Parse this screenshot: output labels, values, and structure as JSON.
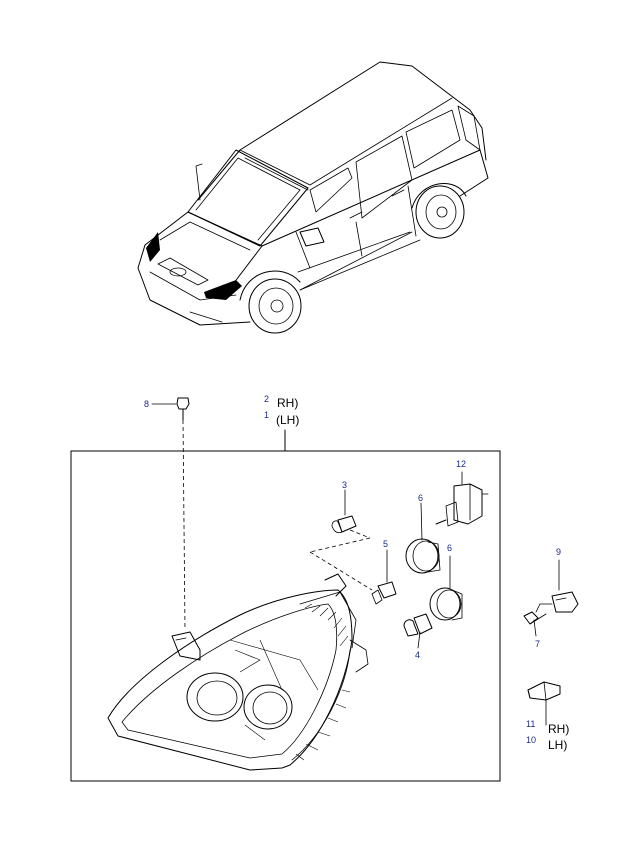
{
  "callouts": {
    "c1": "1",
    "c2": "2",
    "c3": "3",
    "c4": "4",
    "c5": "5",
    "c6a": "6",
    "c6b": "6",
    "c7": "7",
    "c8": "8",
    "c9": "9",
    "c10": "10",
    "c11": "11",
    "c12": "12"
  },
  "side_labels": {
    "assy_rh": "RH)",
    "assy_lh": "(LH)",
    "bracket_rh": "RH)",
    "bracket_lh": "LH)"
  },
  "colors": {
    "callout": "#1a2a8a",
    "line": "#000000"
  }
}
